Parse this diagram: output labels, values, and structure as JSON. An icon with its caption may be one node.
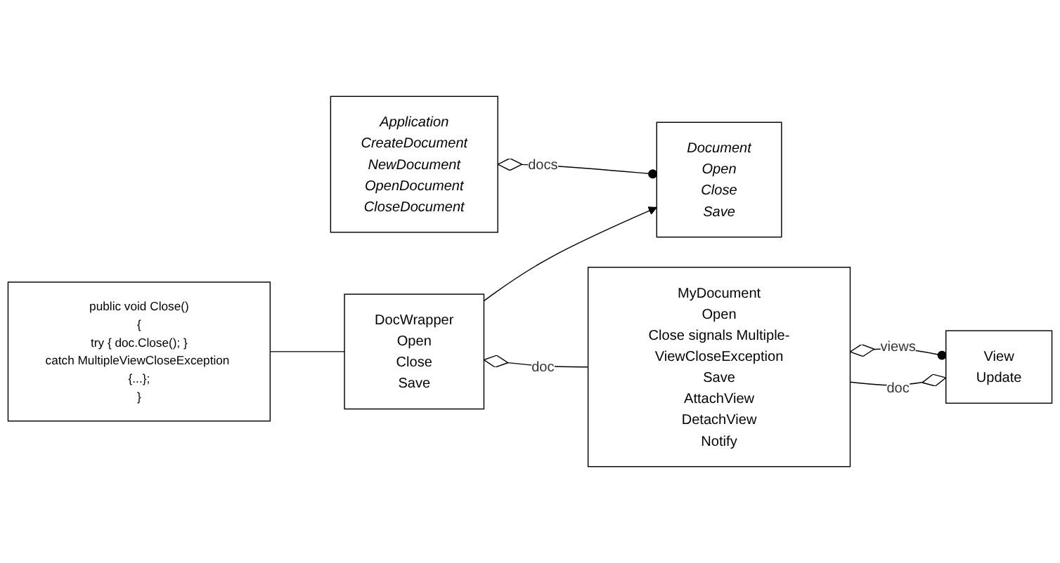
{
  "diagram": {
    "nodes": [
      {
        "text": [
          "Application",
          "CreateDocument",
          "NewDocument",
          "OpenDocument",
          "CloseDocument"
        ]
      },
      {
        "text": [
          "Document",
          "Open",
          "Close",
          "Save"
        ]
      },
      {
        "text": [
          "DocWrapper",
          "Open",
          "Close",
          "Save"
        ]
      },
      {
        "text": [
          "MyDocument",
          "Open",
          "Close signals Multiple-ViewCloseException",
          "Save",
          "AttachView",
          "DetachView",
          "Notify"
        ]
      },
      {
        "text": [
          "View",
          "Update"
        ]
      },
      {
        "text": [
          "public void Close()",
          "{",
          "try { doc.Close(); }",
          "catch MultipleViewCloseException {...};",
          "}"
        ]
      }
    ],
    "edges": [
      {
        "from": 0,
        "to": 1,
        "arrow": "other",
        "label": "docs"
      },
      {
        "from": 2,
        "to": 1,
        "arrow": "to"
      },
      {
        "from": 2,
        "to": 3,
        "arrow": "other",
        "label": "doc"
      },
      {
        "from": 3,
        "to": 4,
        "arrow": "other",
        "label": "views"
      },
      {
        "from": 4,
        "to": 3,
        "arrow": "other",
        "label": "doc"
      },
      {
        "from": 5,
        "to": 2,
        "arrow": "none"
      }
    ]
  }
}
